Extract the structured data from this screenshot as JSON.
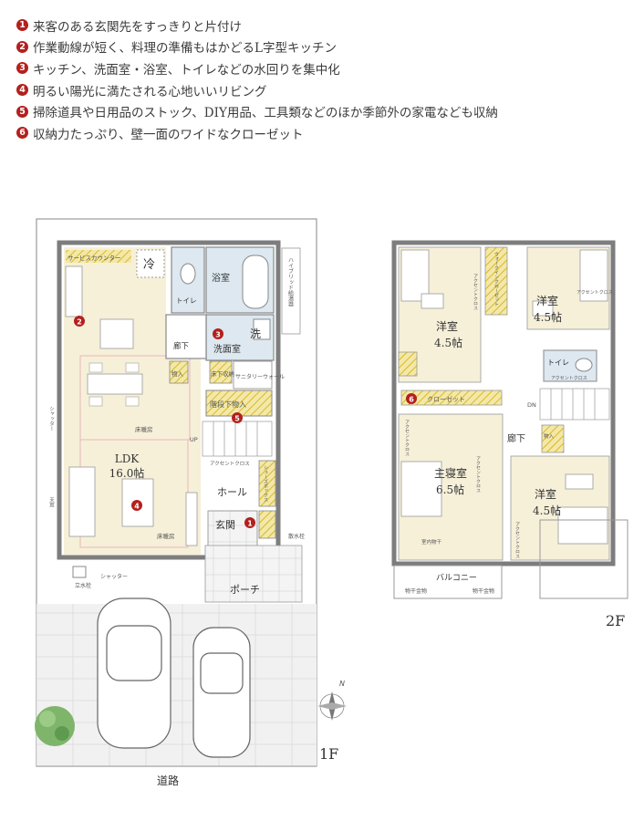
{
  "features": [
    {
      "num": "1",
      "text": "来客のある玄関先をすっきりと片付け"
    },
    {
      "num": "2",
      "text": "作業動線が短く、料理の準備もはかどるL字型キッチン"
    },
    {
      "num": "3",
      "text": "キッチン、洗面室・浴室、トイレなどの水回りを集中化"
    },
    {
      "num": "4",
      "text": "明るい陽光に満たされる心地いいリビング"
    },
    {
      "num": "5",
      "text": "掃除道具や日用品のストック、DIY用品、工具類などのほか季節外の家電なども収納"
    },
    {
      "num": "6",
      "text": "収納力たっぷり、壁一面のワイドなクローゼット"
    }
  ],
  "floor1": {
    "label": "1F",
    "road": "道路",
    "rooms": {
      "service_counter": "サービスカウンター",
      "fridge": "冷",
      "bath": "浴室",
      "toilet": "トイレ",
      "washroom": "洗面室",
      "wash": "洗",
      "hallway": "廊下",
      "storage": "物入",
      "underfloor": "床下収納",
      "sanitary": "サニタリーウォール",
      "under_stair": "階段下物入",
      "ldk": "LDK",
      "ldk_size": "16.0帖",
      "floor_heating_1": "床暖房",
      "floor_heating_2": "床暖房",
      "hall": "ホール",
      "entrance": "玄関",
      "porch": "ポーチ",
      "shoes": "シューズボックス",
      "accent_cloth": "アクセントクロス",
      "hybrid_water_heater": "ハイブリッド給湯器",
      "shutter_1": "シャッター",
      "shutter_2": "シャッター",
      "up": "UP",
      "standing_faucet": "立水栓",
      "sprinkler": "散水栓",
      "tenmado": "天窓"
    },
    "badges": [
      "1",
      "2",
      "3",
      "4",
      "5"
    ]
  },
  "floor2": {
    "label": "2F",
    "rooms": {
      "yoshitsu_tl": "洋室",
      "yoshitsu_tl_size": "4.5帖",
      "yoshitsu_tr": "洋室",
      "yoshitsu_tr_size": "4.5帖",
      "master": "主寝室",
      "master_size": "6.5帖",
      "yoshitsu_br": "洋室",
      "yoshitsu_br_size": "4.5帖",
      "hallway": "廊下",
      "toilet": "トイレ",
      "closet": "クローゼット",
      "walk_closet": "ウォークインクローゼット",
      "balcony": "バルコニー",
      "dryer_1": "物干金物",
      "dryer_2": "物干金物",
      "indoor_dryer": "室内物干",
      "dn": "DN",
      "storage": "物入",
      "accent_1": "アクセントクロス",
      "accent_2": "アクセントクロス",
      "accent_3": "アクセントクロス",
      "accent_4": "アクセントクロス",
      "accent_5": "アクセントクロス",
      "accent_6": "アクセントクロス"
    },
    "badge": "6"
  },
  "compass": "N",
  "colors": {
    "room": "#f6f0d9",
    "water": "#dde8f0",
    "badge": "#b3201e",
    "wall": "#8a8a8a",
    "stripe": "#e4c93a"
  }
}
